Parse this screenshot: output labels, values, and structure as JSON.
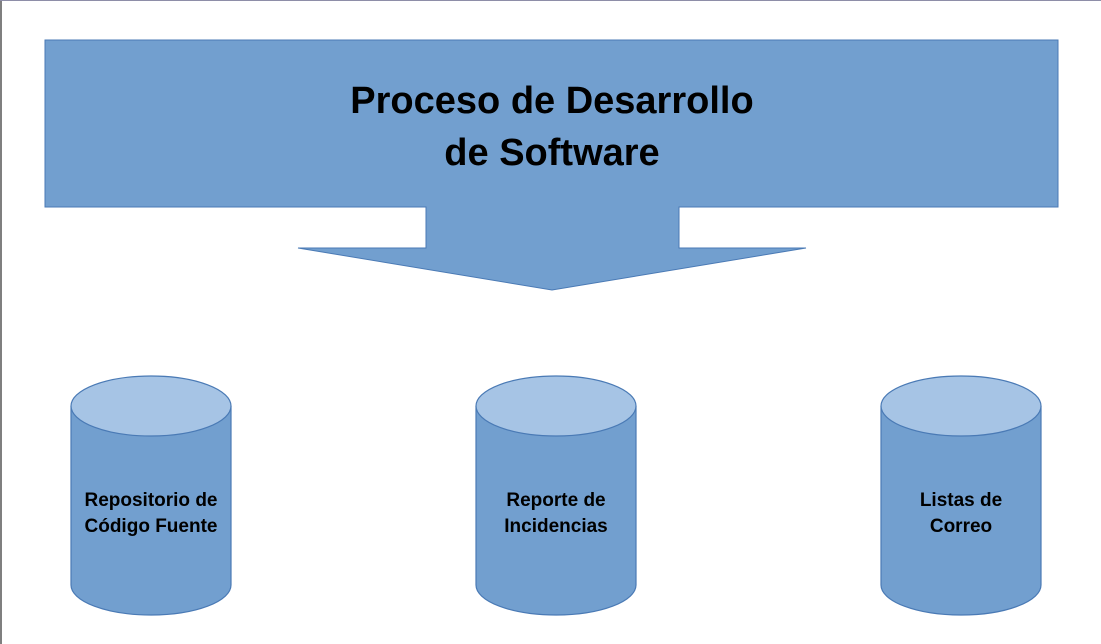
{
  "diagram": {
    "title_lines": [
      "Proceso de Desarrollo",
      "de Software"
    ],
    "databases": [
      {
        "lines": [
          "Repositorio de",
          "Código Fuente"
        ]
      },
      {
        "lines": [
          "Reporte de",
          "Incidencias"
        ]
      },
      {
        "lines": [
          "Listas de",
          "Correo"
        ]
      }
    ]
  },
  "colors": {
    "shape_fill": "#729fcf",
    "shape_stroke": "#4a7ab5",
    "cylinder_top": "#a6c4e5",
    "text": "#000000"
  },
  "icons": {
    "title_shape": "arrow-callout-down-icon",
    "database_shape": "cylinder-database-icon"
  }
}
